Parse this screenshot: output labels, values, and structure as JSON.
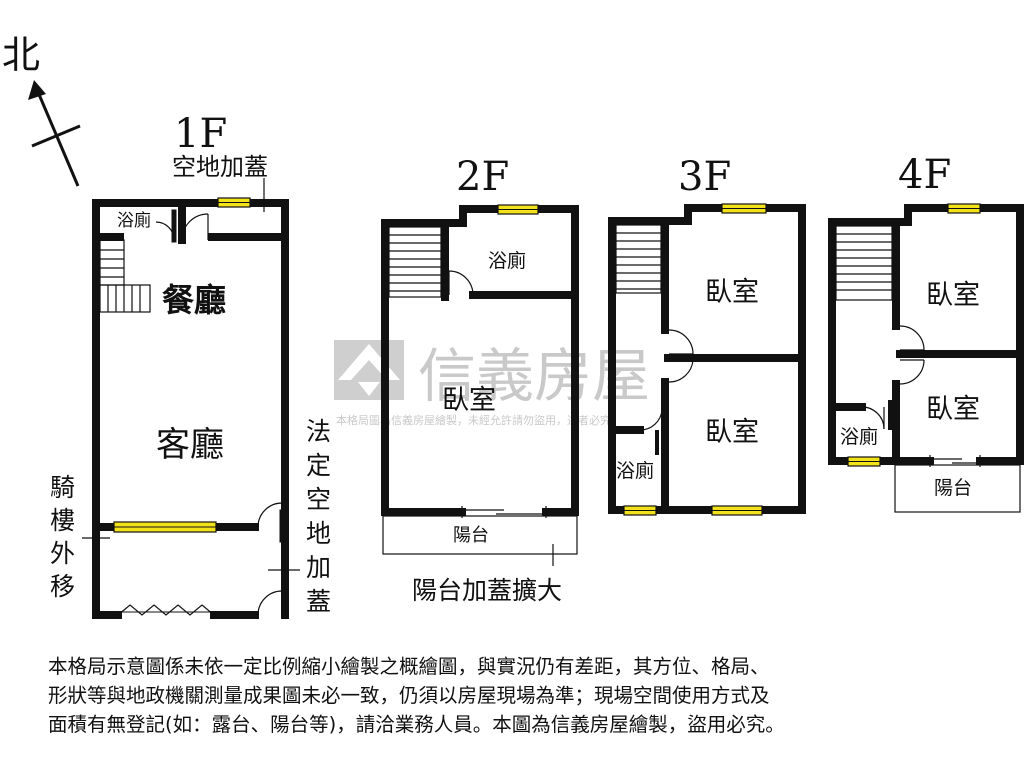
{
  "north_label": "北",
  "floors": {
    "f1": {
      "title": "1F",
      "annex_label": "空地加蓋",
      "bath": "浴廁",
      "dining": "餐廳",
      "living": "客廳",
      "arcade": [
        "騎",
        "樓",
        "外",
        "移"
      ],
      "legal_annex": [
        "法",
        "定",
        "空",
        "地",
        "加",
        "蓋"
      ]
    },
    "f2": {
      "title": "2F",
      "bath": "浴廁",
      "bedroom": "臥室",
      "balcony": "陽台",
      "balcony_note": "陽台加蓋擴大"
    },
    "f3": {
      "title": "3F",
      "bedroom_top": "臥室",
      "bedroom_bottom": "臥室",
      "bath": "浴廁"
    },
    "f4": {
      "title": "4F",
      "bedroom_top": "臥室",
      "bedroom_bottom": "臥室",
      "bath": "浴廁",
      "balcony": "陽台"
    }
  },
  "watermark": {
    "brand": "信義房屋",
    "notice": "本格局圖為信義房屋繪製，未經允許請勿盜用，違者必究"
  },
  "disclaimer": [
    "本格局示意圖係未依一定比例縮小繪製之概繪圖，與實況仍有差距，其方位、格局、",
    "形狀等與地政機關測量成果圖未必一致，仍須以房屋現場為準；現場空間使用方式及",
    "面積有無登記(如：露台、陽台等)，請洽業務人員。本圖為信義房屋繪製，盜用必究。"
  ],
  "colors": {
    "wall": "#111111",
    "window": "#f2e21a",
    "watermark": "#c9c9c9"
  }
}
